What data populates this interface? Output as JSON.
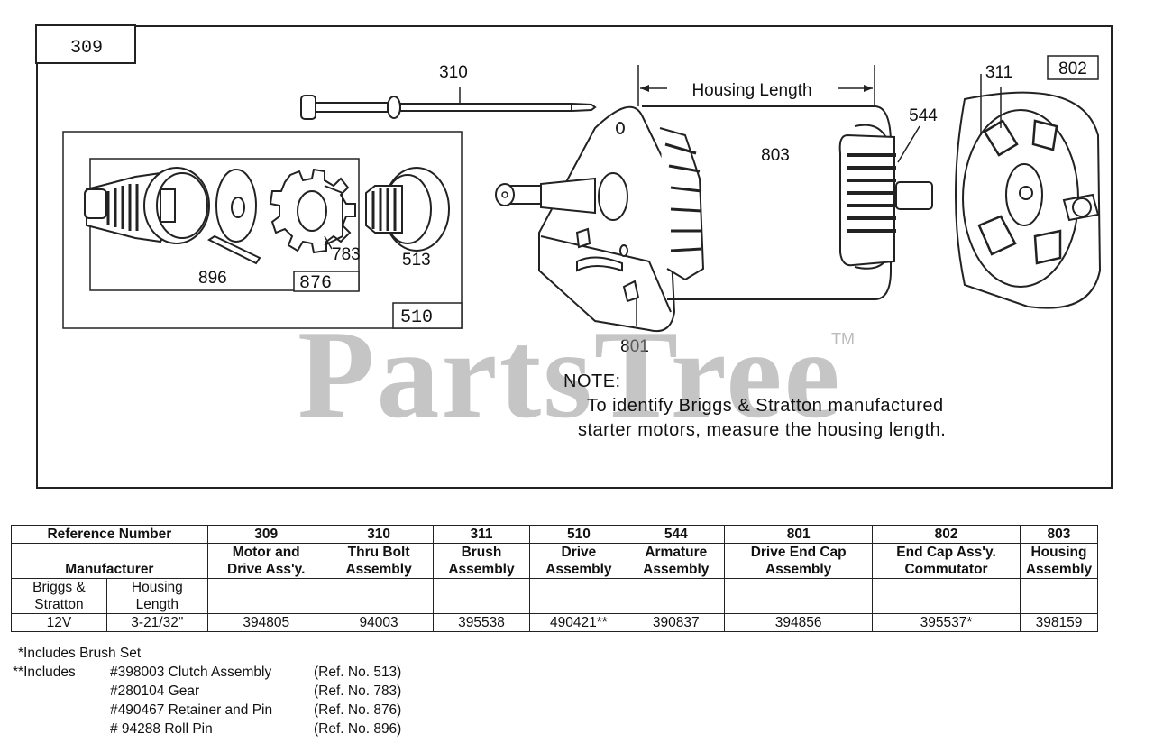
{
  "diagram": {
    "frame_label": "309",
    "callouts": {
      "c310": "310",
      "housing_length": "Housing Length",
      "c544": "544",
      "c803": "803",
      "c311": "311",
      "c802": "802",
      "c510": "510",
      "c896": "896",
      "c876": "876",
      "c783": "783",
      "c513": "513",
      "c801": "801"
    },
    "watermark": "PartsTree",
    "trademark": "TM",
    "note": {
      "heading": "NOTE:",
      "line1": "To identify Briggs & Stratton manufactured",
      "line2": "starter motors, measure the housing length."
    }
  },
  "table": {
    "ref_header": "Reference Number",
    "manufacturer_header": "Manufacturer",
    "col_nums": [
      "309",
      "310",
      "311",
      "510",
      "544",
      "801",
      "802",
      "803"
    ],
    "col_desc_1": [
      "Motor and",
      "Thru Bolt",
      "Brush",
      "Drive",
      "Armature",
      "Drive End Cap",
      "End Cap Ass'y.",
      "Housing"
    ],
    "col_desc_2": [
      "Drive Ass'y.",
      "Assembly",
      "Assembly",
      "Assembly",
      "Assembly",
      "Assembly",
      "Commutator",
      "Assembly"
    ],
    "sub_headers": {
      "briggs_1": "Briggs &",
      "briggs_2": "Stratton",
      "housing_1": "Housing",
      "housing_2": "Length"
    },
    "row": {
      "voltage": "12V",
      "length": "3-21/32\"",
      "values": [
        "394805",
        "94003",
        "395538",
        "490421**",
        "390837",
        "394856",
        "395537*",
        "398159"
      ]
    }
  },
  "footnotes": {
    "brush": "*Includes Brush Set",
    "includes": "**Includes",
    "items": [
      {
        "part": "#398003 Clutch Assembly",
        "ref": "(Ref. No. 513)"
      },
      {
        "part": "#280104 Gear",
        "ref": "(Ref. No. 783)"
      },
      {
        "part": "#490467 Retainer and Pin",
        "ref": "(Ref. No. 876)"
      },
      {
        "part": "# 94288 Roll Pin",
        "ref": "(Ref. No. 896)"
      }
    ]
  }
}
